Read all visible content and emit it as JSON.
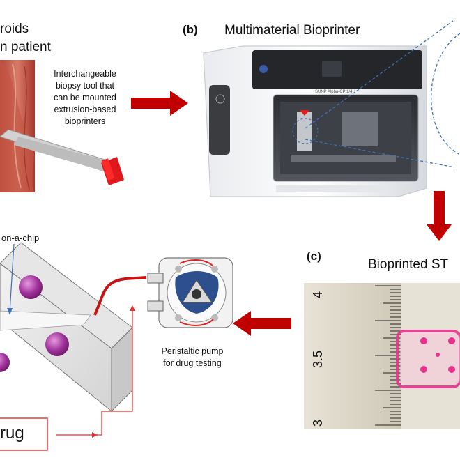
{
  "panel_a": {
    "title_line1": "roids",
    "title_line2": "n patient",
    "tool_note": [
      "Interchangeable",
      "biopsy tool that",
      "can be mounted",
      "extrusion-based",
      "bioprinters"
    ]
  },
  "panel_b": {
    "label": "(b)",
    "title": "Multimaterial Bioprinter",
    "printer_brand": "SUNP Alpha-CP 1/4H"
  },
  "panel_c": {
    "label": "(c)",
    "title": "Bioprinted ST",
    "ruler_labels": [
      "4",
      "3.5",
      "3"
    ]
  },
  "panel_d": {
    "chip_label": "on-a-chip",
    "pump_note": [
      "Peristaltic pump",
      "for drug testing"
    ],
    "drug_label": "rug"
  },
  "colors": {
    "arrow": "#c00000",
    "dashed_line": "#3f6fb5",
    "drug_box": "#e03030",
    "pink": "#e8318f",
    "tubing": "#cc1111"
  }
}
